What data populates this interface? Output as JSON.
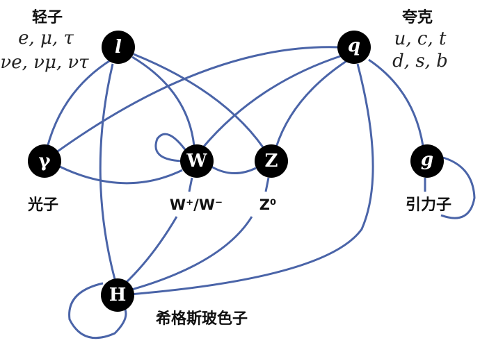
{
  "nodes": {
    "lepton": {
      "symbol": "l",
      "label": "轻子",
      "members_line1": "e, μ, τ",
      "members_line2": "νe, νμ, ντ"
    },
    "quark": {
      "symbol": "q",
      "label": "夸克",
      "members_line1": "u, c, t",
      "members_line2": "d, s, b"
    },
    "photon": {
      "symbol": "γ",
      "label": "光子"
    },
    "w_boson": {
      "symbol": "W",
      "label": "W⁺/W⁻"
    },
    "z_boson": {
      "symbol": "Z",
      "label": "Z⁰"
    },
    "graviton": {
      "symbol": "g",
      "label": "引力子"
    },
    "higgs": {
      "symbol": "H",
      "label": "希格斯玻色子"
    }
  },
  "edges": [
    [
      "l",
      "γ"
    ],
    [
      "l",
      "H"
    ],
    [
      "l",
      "W"
    ],
    [
      "l",
      "Z"
    ],
    [
      "q",
      "γ"
    ],
    [
      "q",
      "W"
    ],
    [
      "q",
      "Z"
    ],
    [
      "q",
      "H"
    ],
    [
      "q",
      "g"
    ],
    [
      "γ",
      "W"
    ],
    [
      "W",
      "Z"
    ],
    [
      "W",
      "H"
    ],
    [
      "Z",
      "H"
    ],
    [
      "W",
      "W"
    ],
    [
      "g",
      "g"
    ],
    [
      "H",
      "H"
    ]
  ],
  "colors": {
    "edge": "#4a64a8",
    "node": "#000000"
  }
}
